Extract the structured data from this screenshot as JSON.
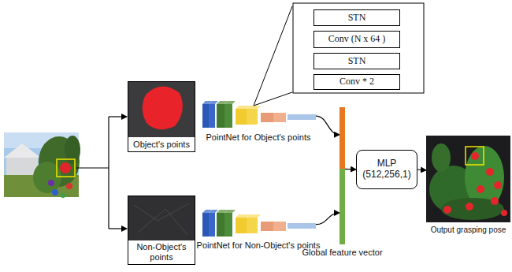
{
  "diagram": {
    "nodes": [
      {
        "text": [
          "STN"
        ]
      },
      {
        "text": [
          "Conv (N x 64 )"
        ]
      },
      {
        "text": [
          "STN"
        ]
      },
      {
        "text": [
          "Conv * 2"
        ]
      },
      {
        "text": [
          "Object's points"
        ]
      },
      {
        "text": [
          "PointNet for Object's points"
        ]
      },
      {
        "text": [
          "Non-Object's points"
        ]
      },
      {
        "text": [
          "PointNet for Non-Object's points"
        ]
      },
      {
        "text": [
          "Global feature vector"
        ]
      },
      {
        "text": [
          "MLP (512,256,1)"
        ]
      },
      {
        "text": [
          "Output grasping pose"
        ]
      }
    ],
    "edges": [
      {
        "from": 5,
        "to": 8,
        "arrow": "to"
      },
      {
        "from": 7,
        "to": 8,
        "arrow": "to"
      },
      {
        "from": 8,
        "to": 9,
        "arrow": "to"
      },
      {
        "from": 9,
        "to": 10,
        "arrow": "to"
      }
    ]
  }
}
